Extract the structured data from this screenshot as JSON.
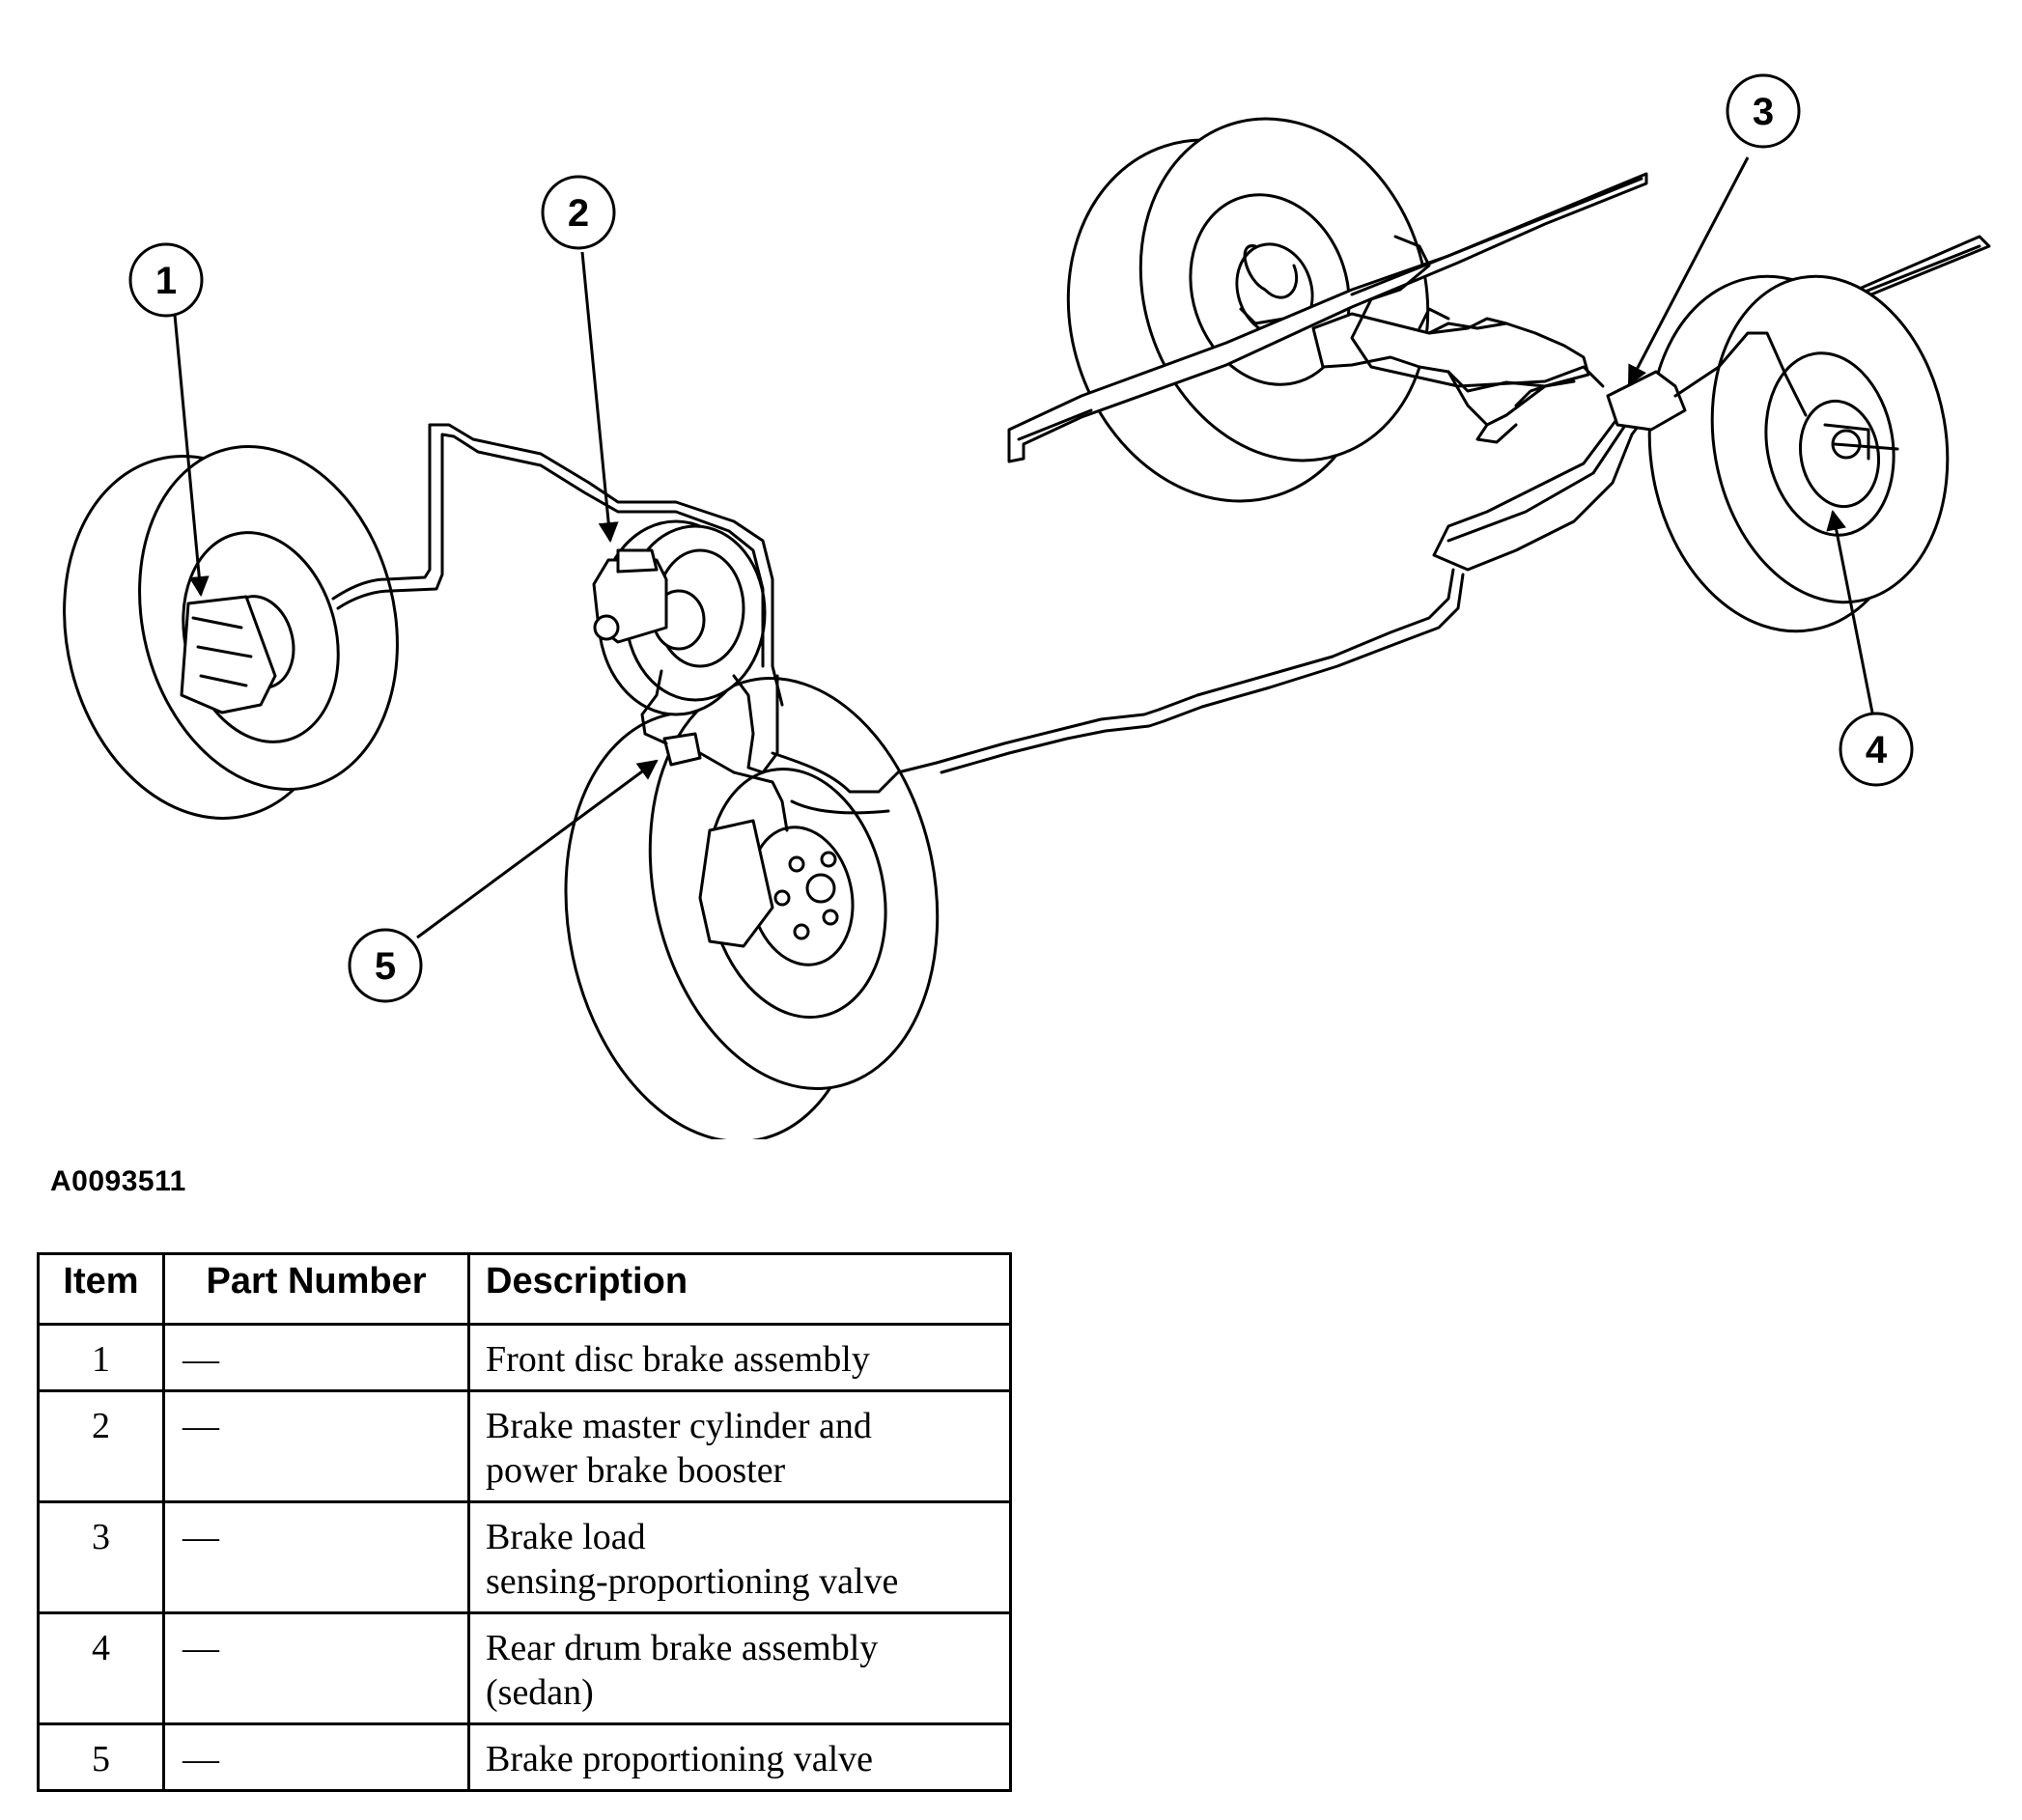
{
  "diagram": {
    "callouts": [
      "1",
      "2",
      "3",
      "4",
      "5"
    ]
  },
  "figure_id": "A0093511",
  "table": {
    "headers": {
      "item": "Item",
      "part_number": "Part Number",
      "description": "Description"
    },
    "rows": [
      {
        "item": "1",
        "part_number": "—",
        "description_lines": [
          "Front disc brake assembly"
        ]
      },
      {
        "item": "2",
        "part_number": "—",
        "description_lines": [
          "Brake master cylinder and",
          "power brake booster"
        ]
      },
      {
        "item": "3",
        "part_number": "—",
        "description_lines": [
          "Brake load",
          "sensing-proportioning valve"
        ]
      },
      {
        "item": "4",
        "part_number": "—",
        "description_lines": [
          "Rear drum brake assembly",
          "(sedan)"
        ]
      },
      {
        "item": "5",
        "part_number": "—",
        "description_lines": [
          "Brake proportioning valve"
        ]
      }
    ]
  }
}
